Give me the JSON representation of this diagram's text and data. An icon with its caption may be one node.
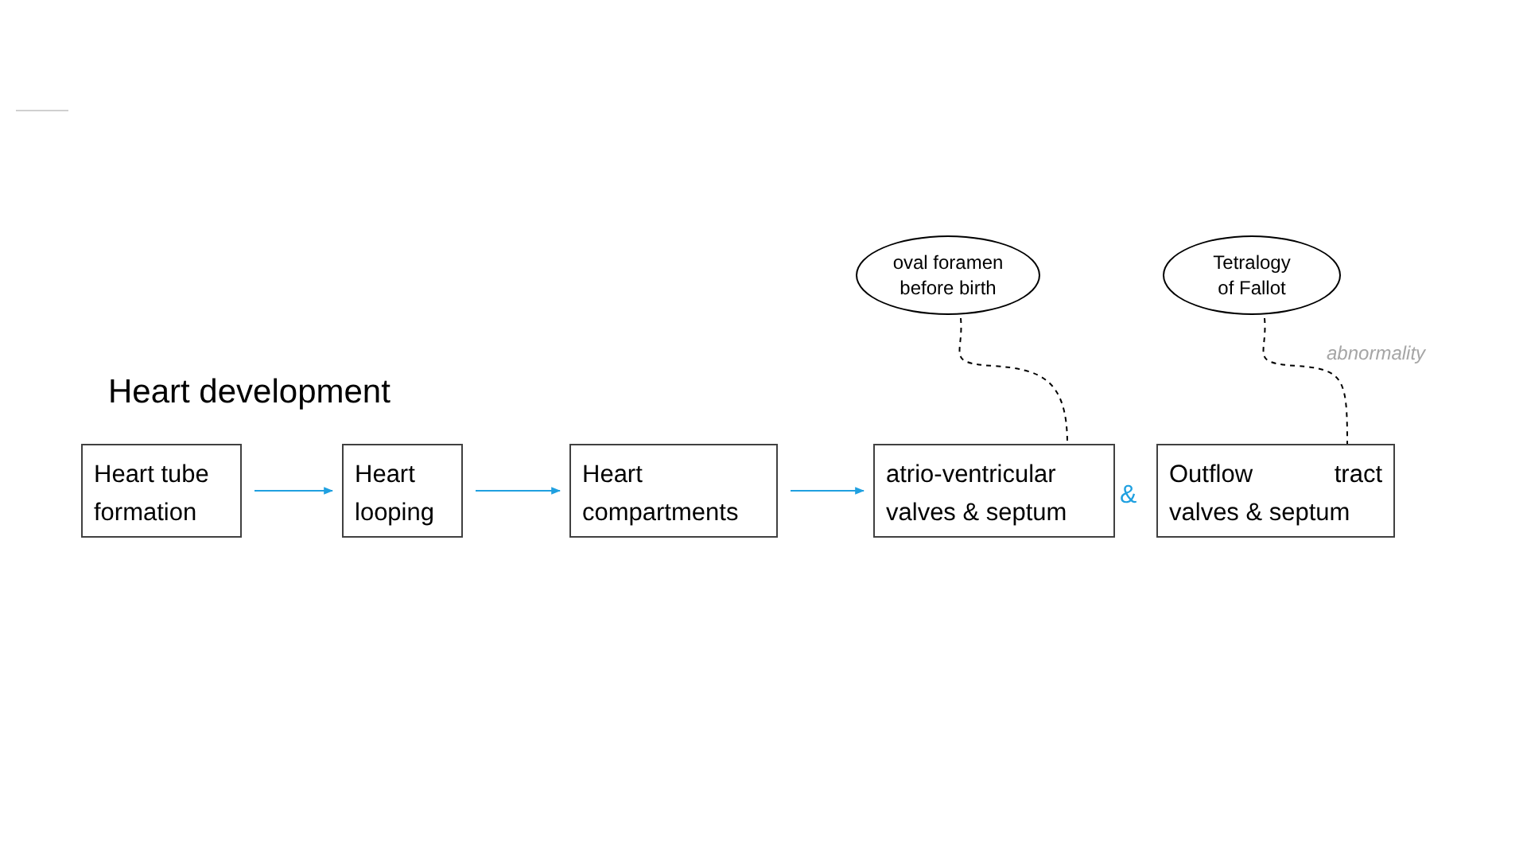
{
  "diagram": {
    "title": "Heart development",
    "nodes": [
      {
        "text": [
          "Heart tube formation"
        ]
      },
      {
        "text": [
          "Heart looping"
        ]
      },
      {
        "text": [
          "Heart compartments"
        ]
      },
      {
        "text": [
          "atrio-ventricular valves & septum"
        ]
      },
      {
        "text": [
          "Outflow tract valves & septum"
        ]
      },
      {
        "text": [
          "oval foramen before birth"
        ]
      },
      {
        "text": [
          "Tetralogy of Fallot"
        ]
      }
    ],
    "edges": [
      {
        "from": 0,
        "to": 1,
        "arrow": "to"
      },
      {
        "from": 1,
        "to": 2,
        "arrow": "to"
      },
      {
        "from": 2,
        "to": 3,
        "arrow": "to"
      },
      {
        "from": 5,
        "to": 3,
        "arrow": "none",
        "style": "dashed",
        "color": "#000000"
      },
      {
        "from": 6,
        "to": 4,
        "arrow": "none",
        "style": "dashed",
        "color": "#000000"
      }
    ],
    "labels": [
      "&",
      "abnormality"
    ]
  }
}
